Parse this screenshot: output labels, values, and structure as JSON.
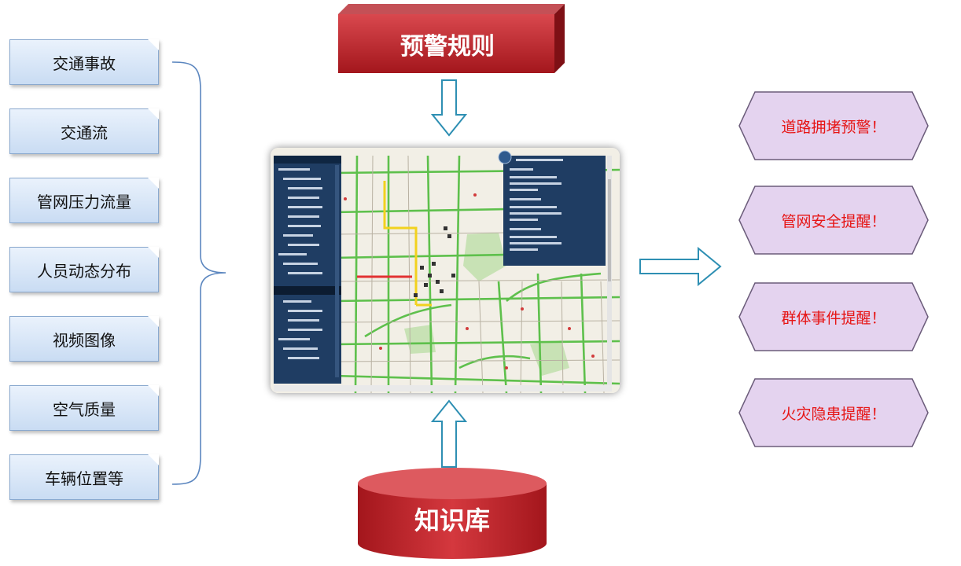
{
  "inputs": [
    {
      "label": "交通事故"
    },
    {
      "label": "交通流"
    },
    {
      "label": "管网压力流量"
    },
    {
      "label": "人员动态分布"
    },
    {
      "label": "视频图像"
    },
    {
      "label": "空气质量"
    },
    {
      "label": "车辆位置等"
    }
  ],
  "rules": {
    "label": "预警规则"
  },
  "knowledge_base": {
    "label": "知识库"
  },
  "alerts": [
    {
      "label": "道路拥堵预警！"
    },
    {
      "label": "管网安全提醒！"
    },
    {
      "label": "群体事件提醒！"
    },
    {
      "label": "火灾隐患提醒！"
    }
  ],
  "colors": {
    "input_fill": "#d6e4f5",
    "rule_red": "#c0272d",
    "alert_fill": "#e4d3ef",
    "alert_text": "#e61515",
    "arrow_stroke": "#2e8fb3",
    "map_road_green": "#5ec04c",
    "map_panel_navy": "#1f3d63"
  }
}
